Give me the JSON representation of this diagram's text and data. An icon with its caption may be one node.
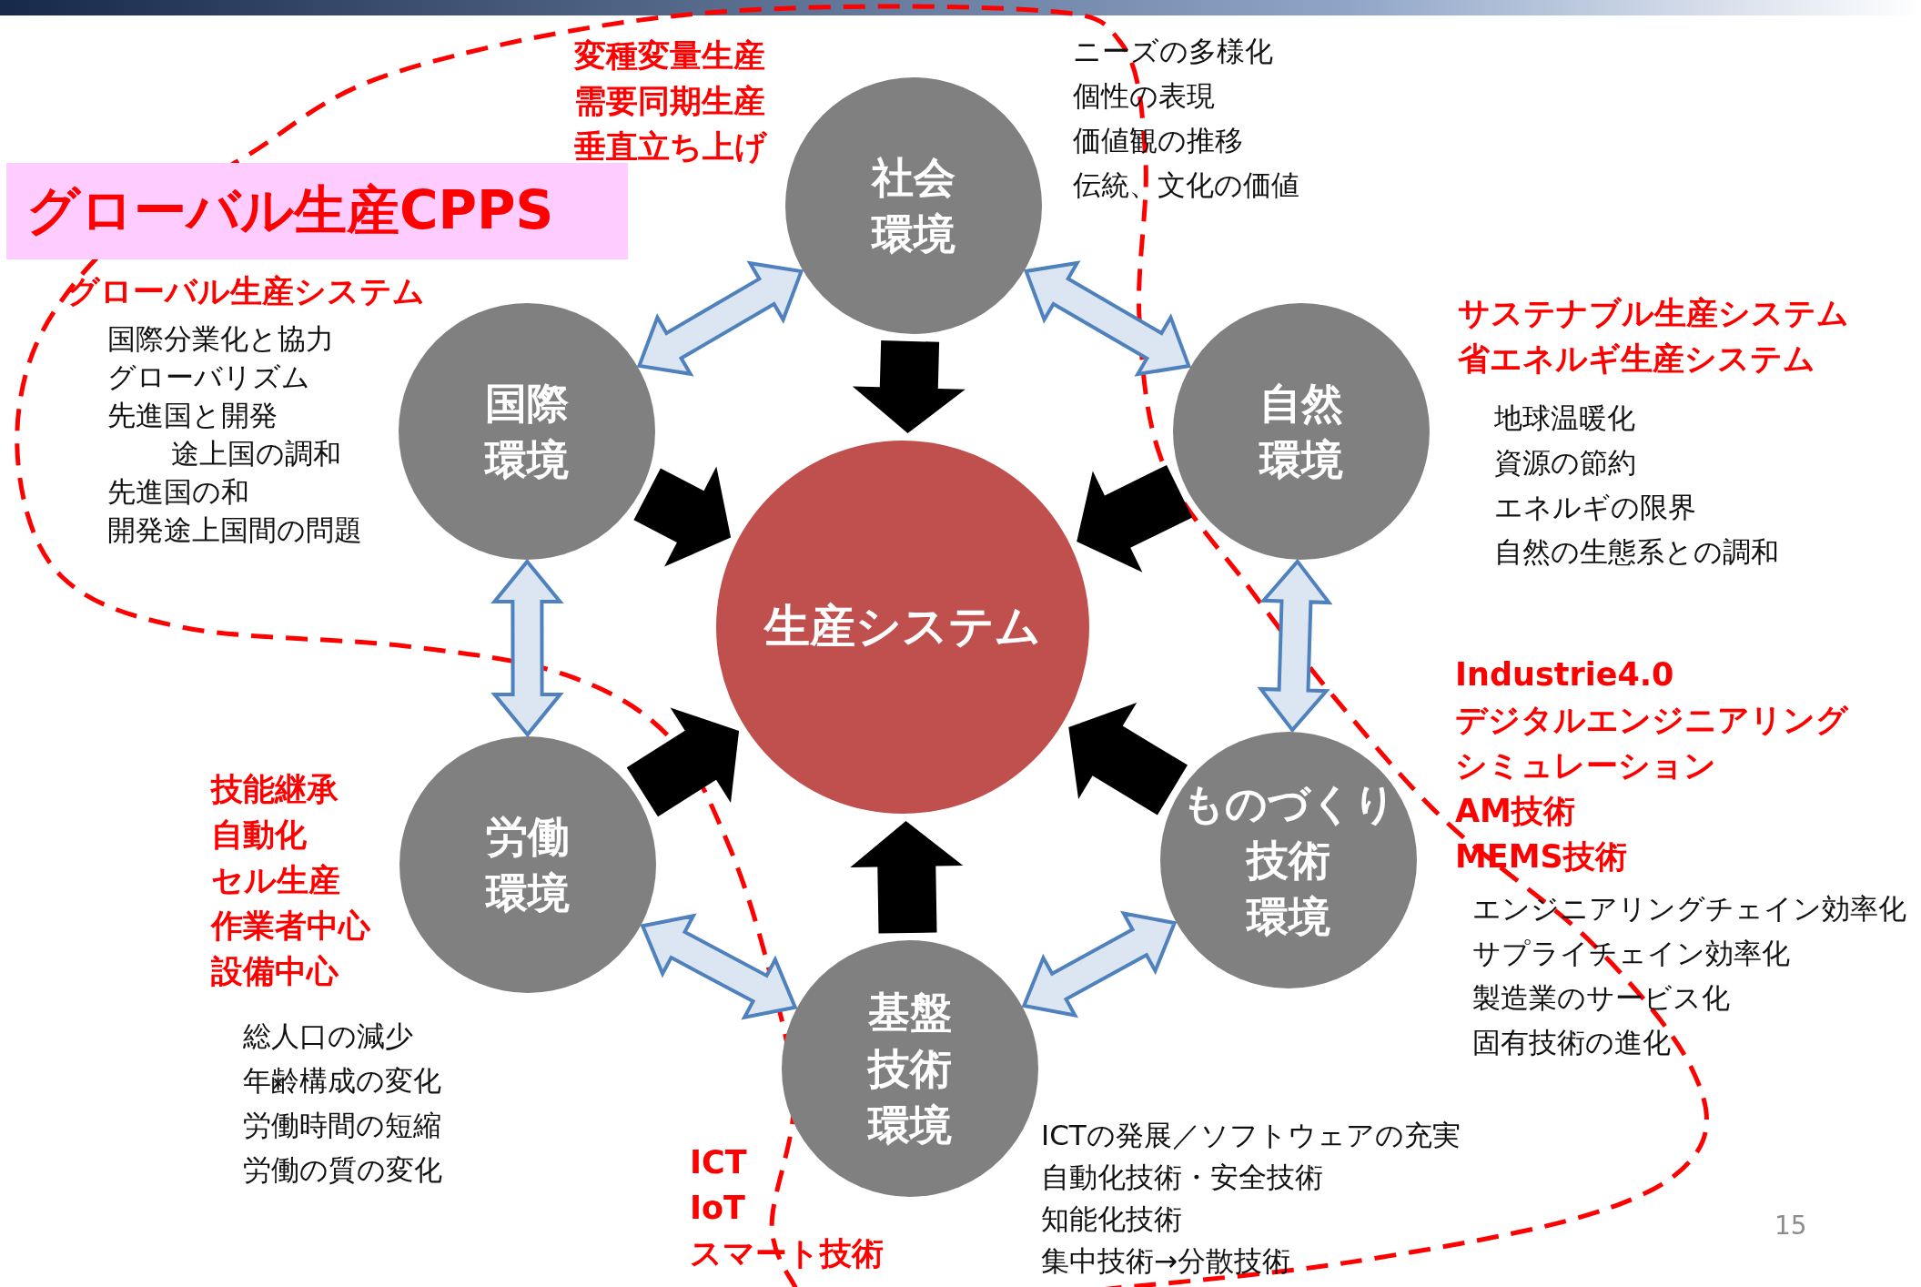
{
  "diagram": {
    "title": "グローバル生産CPPS",
    "nodes": [
      {
        "text": [
          "社会",
          "環境"
        ],
        "beside": [
          "変種変量生産",
          "需要同期生産",
          "垂直立ち上げ",
          "ニーズの多様化",
          "個性の表現",
          "価値観の推移",
          "伝統、文化の価値"
        ]
      },
      {
        "text": [
          "国際",
          "環境"
        ],
        "beside": [
          "グローバル生産システム",
          "国際分業化と協力",
          "グローバリズム",
          "先進国と開発",
          "途上国の調和",
          "先進国の和",
          "開発途上国間の問題"
        ]
      },
      {
        "text": [
          "自然",
          "環境"
        ],
        "beside": [
          "サステナブル生産システム",
          "省エネルギ生産システム",
          "地球温暖化",
          "資源の節約",
          "エネルギの限界",
          "自然の生態系との調和"
        ]
      },
      {
        "text": [
          "生産システム"
        ]
      },
      {
        "text": [
          "労働",
          "環境"
        ],
        "beside": [
          "技能継承",
          "自動化",
          "セル生産",
          "作業者中心",
          "設備中心",
          "総人口の減少",
          "年齢構成の変化",
          "労働時間の短縮",
          "労働の質の変化"
        ]
      },
      {
        "text": [
          "ものづくり",
          "技術",
          "環境"
        ],
        "beside": [
          "Industrie4.0",
          "デジタルエンジニアリング",
          "シミュレーション",
          "AM技術",
          "MEMS技術",
          "エンジニアリングチェイン効率化",
          "サプライチェイン効率化",
          "製造業のサービス化",
          "固有技術の進化"
        ]
      },
      {
        "text": [
          "基盤",
          "技術",
          "環境"
        ],
        "beside": [
          "ICT",
          "IoT",
          "スマート技術",
          "ICTの発展／ソフトウェアの充実",
          "自動化技術・安全技術",
          "知能化技術",
          "集中技術→分散技術"
        ]
      }
    ],
    "edges": [
      {
        "from": 0,
        "to": 3,
        "arrow": "to",
        "style": "thick",
        "color": "#000000"
      },
      {
        "from": 1,
        "to": 3,
        "arrow": "to",
        "style": "thick",
        "color": "#000000"
      },
      {
        "from": 2,
        "to": 3,
        "arrow": "to",
        "style": "thick",
        "color": "#000000"
      },
      {
        "from": 4,
        "to": 3,
        "arrow": "to",
        "style": "thick",
        "color": "#000000"
      },
      {
        "from": 5,
        "to": 3,
        "arrow": "to",
        "style": "thick",
        "color": "#000000"
      },
      {
        "from": 6,
        "to": 3,
        "arrow": "to",
        "style": "thick",
        "color": "#000000"
      },
      {
        "from": 1,
        "to": 0,
        "arrow": "both"
      },
      {
        "from": 0,
        "to": 2,
        "arrow": "both"
      },
      {
        "from": 1,
        "to": 4,
        "arrow": "both"
      },
      {
        "from": 2,
        "to": 5,
        "arrow": "both"
      },
      {
        "from": 4,
        "to": 6,
        "arrow": "both"
      },
      {
        "from": 6,
        "to": 5,
        "arrow": "both"
      }
    ],
    "labels": [
      "15"
    ]
  }
}
